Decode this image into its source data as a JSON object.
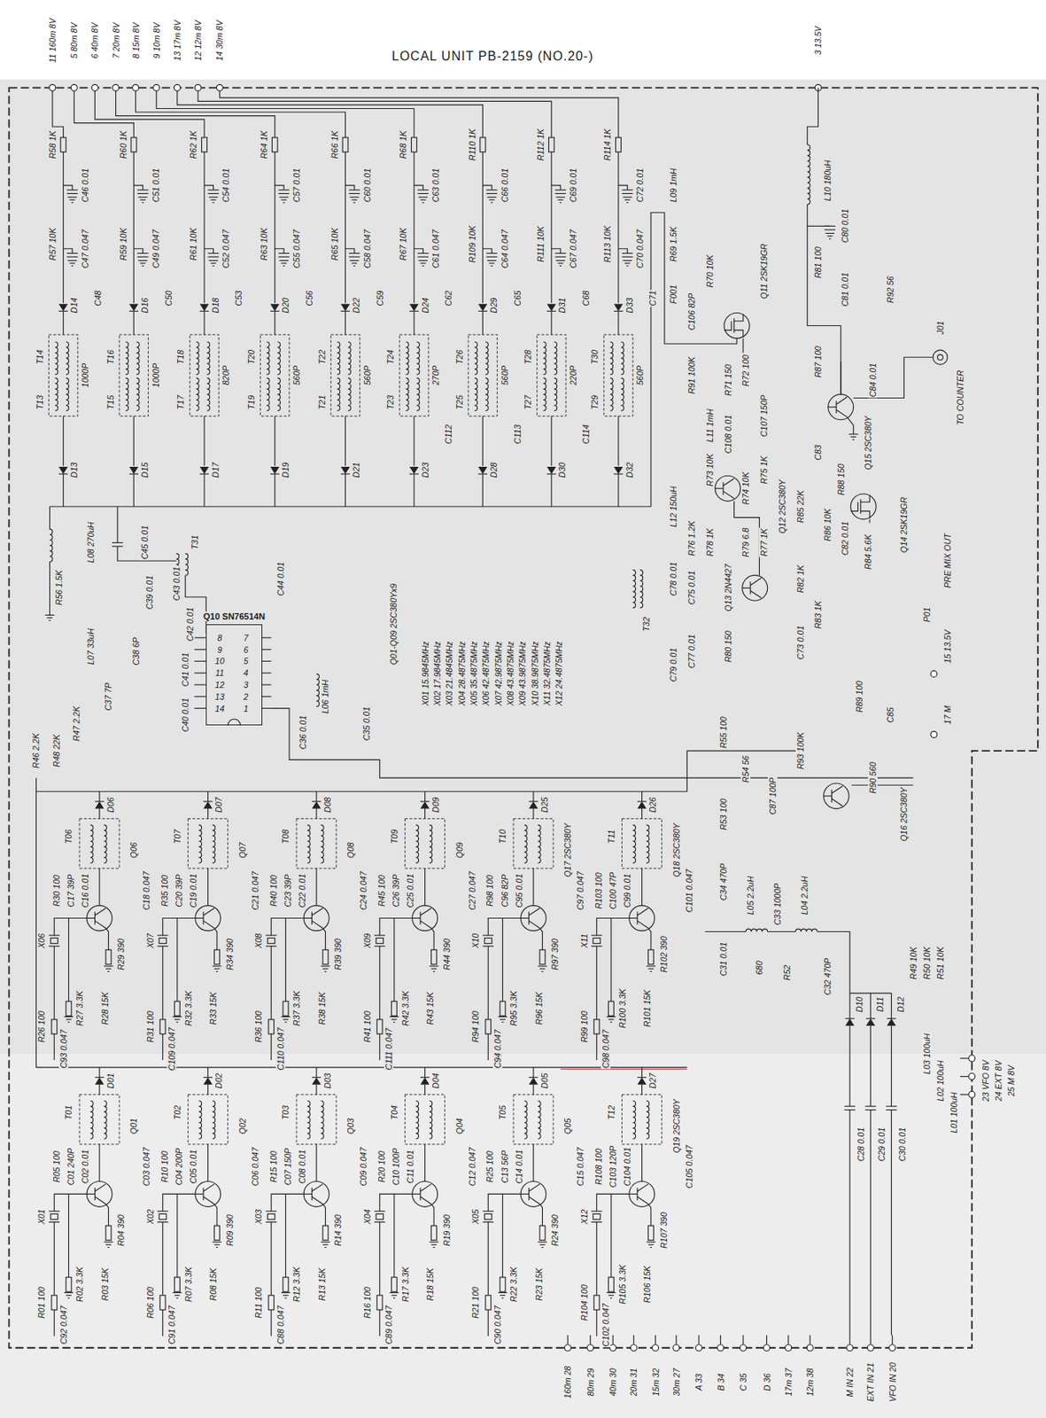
{
  "diagram": {
    "title": "LOCAL UNIT PB-2159 (NO.20-)",
    "nodes": [
      {
        "text": [
          "Q10 SN76514N"
        ]
      }
    ],
    "labels": [
      "11 160m 8V",
      "5 80m 8V",
      "6 40m 8V",
      "7 20m 8V",
      "8 15m 8V",
      "9 10m 8V",
      "13 17m 8V",
      "12 12m 8V",
      "14 30m 8V",
      "3 13.5V",
      "R58 1K",
      "R57 10K",
      "C46 0.01",
      "C47 0.047",
      "C48",
      "D14",
      "T13",
      "T14",
      "1000P",
      "D13",
      "R60 1K",
      "R59 10K",
      "C51 0.01",
      "C49 0.047",
      "C50",
      "D16",
      "T15",
      "T16",
      "1000P",
      "D15",
      "R62 1K",
      "R61 10K",
      "C54 0.01",
      "C52 0.047",
      "C53",
      "D18",
      "T17",
      "T18",
      "820P",
      "D17",
      "R64 1K",
      "R63 10K",
      "C57 0.01",
      "C55 0.047",
      "C56",
      "D20",
      "T19",
      "T20",
      "560P",
      "D19",
      "R66 1K",
      "R65 10K",
      "C60 0.01",
      "C58 0.047",
      "C59",
      "D22",
      "T21",
      "T22",
      "560P",
      "D21",
      "R68 1K",
      "R67 10K",
      "C63 0.01",
      "C61 0.047",
      "C62",
      "D24",
      "T23",
      "T24",
      "270P",
      "D23",
      "R110 1K",
      "R109 10K",
      "C66 0.01",
      "C64 0.047",
      "C65",
      "D29",
      "T25",
      "T26",
      "560P",
      "D28",
      "R112 1K",
      "R111 10K",
      "C69 0.01",
      "C67 0.047",
      "C68",
      "D31",
      "T27",
      "T28",
      "220P",
      "D30",
      "R114 1K",
      "R113 10K",
      "C72 0.01",
      "C70 0.047",
      "C71",
      "D33",
      "T29",
      "T30",
      "560P",
      "D32",
      "C112",
      "C113",
      "C114",
      "L08 270uH",
      "R56 1.5K",
      "C45 0.01",
      "T31",
      "R46 2.2K",
      "R48 22K",
      "R47 2.2K",
      "C37 7P",
      "L07 33uH",
      "C38 6P",
      "C39 0.01",
      "C43 0.01",
      "C42 0.01",
      "C41 0.01",
      "C40 0.01",
      "C44 0.01",
      "8",
      "9",
      "10",
      "11",
      "12",
      "13",
      "14",
      "7",
      "6",
      "5",
      "4",
      "3",
      "2",
      "1",
      "L06 1mH",
      "C36 0.01",
      "C35 0.01",
      "Q01-Q09 2SC380Yx9",
      "X01 15.9845MHz",
      "X02 17.9845MHz",
      "X03 21.4845MHz",
      "X04 28.4875MHz",
      "X05 35.4875MHz",
      "X06 42.4875MHz",
      "X07 42.9875MHz",
      "X08 43.4875MHz",
      "X09 43.9875MHz",
      "X10 38.9875MHz",
      "X11 32.4875MHz",
      "X12 24.4875MHz",
      "D06",
      "T06",
      "Q06",
      "R30 100",
      "C17 39P",
      "C16 0.01",
      "C18 0.047",
      "R29 390",
      "R28 15K",
      "R27 3.3K",
      "X06",
      "R26 100",
      "C93 0.047",
      "D07",
      "T07",
      "Q07",
      "R35 100",
      "C20 39P",
      "C19 0.01",
      "C21 0.047",
      "R34 390",
      "R33 15K",
      "R32 3.3K",
      "X07",
      "R31 100",
      "C109 0.047",
      "D08",
      "T08",
      "Q08",
      "R40 100",
      "C23 39P",
      "C22 0.01",
      "C24 0.047",
      "R39 390",
      "R38 15K",
      "R37 3.3K",
      "X08",
      "R36 100",
      "C110 0.047",
      "D09",
      "T09",
      "Q09",
      "R45 100",
      "C26 39P",
      "C25 0.01",
      "C27 0.047",
      "R44 390",
      "R43 15K",
      "R42 3.3K",
      "X09",
      "R41 100",
      "C111 0.047",
      "D25",
      "T10",
      "Q17 2SC380Y",
      "R98 100",
      "C96 82P",
      "C95 0.01",
      "C97 0.047",
      "R97 390",
      "R96 15K",
      "R95 3.3K",
      "X10",
      "R94 100",
      "C94 0.047",
      "D26",
      "T11",
      "Q18 2SC380Y",
      "R103 100",
      "C100 47P",
      "C99 0.01",
      "C101 0.047",
      "R102 390",
      "R101 15K",
      "R100 3.3K",
      "X11",
      "R99 100",
      "C98 0.047",
      "D01",
      "T01",
      "Q01",
      "R05 100",
      "C01 240P",
      "C02 0.01",
      "C03 0.047",
      "R04 390",
      "R03 15K",
      "R02 3.3K",
      "X01",
      "R01 100",
      "C92 0.047",
      "D02",
      "T02",
      "Q02",
      "R10 100",
      "C04 200P",
      "C05 0.01",
      "C06 0.047",
      "R09 390",
      "R08 15K",
      "R07 3.3K",
      "X02",
      "R06 100",
      "C91 0.047",
      "D03",
      "T03",
      "Q03",
      "R15 100",
      "C07 150P",
      "C08 0.01",
      "C09 0.047",
      "R14 390",
      "R13 15K",
      "R12 3.3K",
      "X03",
      "R11 100",
      "C88 0.047",
      "D04",
      "T04",
      "Q04",
      "R20 100",
      "C10 100P",
      "C11 0.01",
      "C12 0.047",
      "R19 390",
      "R18 15K",
      "R17 3.3K",
      "X04",
      "R16 100",
      "C89 0.047",
      "D05",
      "T05",
      "Q05",
      "R25 100",
      "C13 56P",
      "C14 0.01",
      "C15 0.047",
      "R24 390",
      "R23 15K",
      "R22 3.3K",
      "X05",
      "R21 100",
      "C90 0.047",
      "D27",
      "T12",
      "Q19 2SC380Y",
      "R108 100",
      "C103 120P",
      "C104 0.01",
      "C105 0.047",
      "R107 390",
      "R106 15K",
      "R105 3.3K",
      "X12",
      "R104 100",
      "C102 0.047",
      "160m 28",
      "80m 29",
      "40m 30",
      "20m 31",
      "15m 32",
      "30m 27",
      "A 33",
      "B 34",
      "C 35",
      "D 36",
      "17m 37",
      "12m 38",
      "M IN 22",
      "EXT IN 21",
      "VFO IN 20",
      "L09 1mH",
      "R69 1.5K",
      "F001",
      "L12 150uH",
      "C78 0.01",
      "C79 0.01",
      "C106 82P",
      "R91 100K",
      "R76 1.2K",
      "C75 0.01",
      "C77 0.01",
      "R70 10K",
      "L11 1mH",
      "R73 10K",
      "R78 1K",
      "T32",
      "R71 150",
      "C108 0.01",
      "Q13 2N4427",
      "R80 150",
      "R72 100",
      "R74 10K",
      "R79 6.8",
      "Q11 2SK19GR",
      "C107 150P",
      "R75 1K",
      "R77 1K",
      "Q12 2SC380Y",
      "L10 180uH",
      "R81 100",
      "C80 0.01",
      "C81 0.01",
      "R92 56",
      "J01",
      "TO COUNTER",
      "R87 100",
      "C84 0.01",
      "Q15 2SC380Y",
      "C83",
      "R88 150",
      "R85 22K",
      "R86 10K",
      "C82 0.01",
      "R84 5.6K",
      "Q14 2SK19GR",
      "R82 1K",
      "R83 1K",
      "C73 0.01",
      "P01",
      "PRE MIX OUT",
      "15 13.5V",
      "17 M",
      "R55 100",
      "R54 56",
      "R53 100",
      "C87 100P",
      "R93 100K",
      "R89 100",
      "C85",
      "R90 560",
      "Q16 2SC380Y",
      "C34 470P",
      "L05 2.2uH",
      "C33 1000P",
      "L04 2.2uH",
      "C32 470P",
      "C31 0.01",
      "680",
      "R52",
      "D10",
      "D11",
      "D12",
      "R49 10K",
      "R50 10K",
      "R51 10K",
      "L03 100uH",
      "L02 100uH",
      "L01 100uH",
      "23 VFO 8V",
      "24 EXT 8V",
      "25 M 8V",
      "C28 0.01",
      "C29 0.01",
      "C30 0.01"
    ]
  }
}
